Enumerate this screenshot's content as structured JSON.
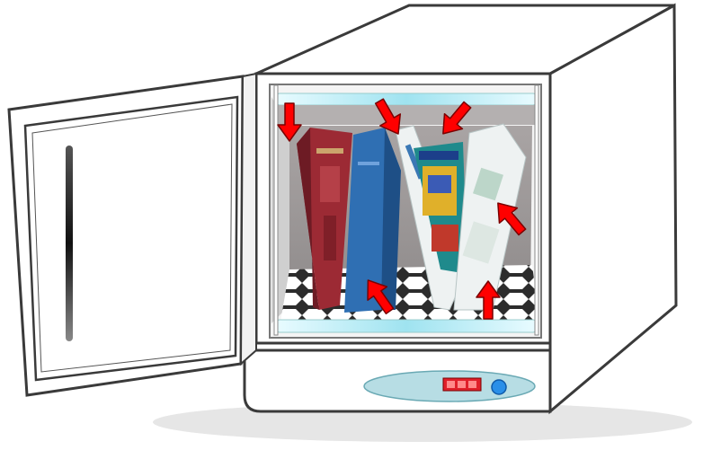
{
  "colors": {
    "cabinet_outline": "#3a3a3a",
    "cabinet_fill": "#ffffff",
    "lamp_glow": "#a8e6f0",
    "chamber_back": "#a7a2a2",
    "chamber_floor": "#d9d9d9",
    "control_panel": "#b7dde4",
    "display_red": "#e0202a",
    "button_blue": "#2a8fe8",
    "arrow_red": "#ff0000",
    "book_red": "#9c2a34",
    "book_blue": "#2f6fb3",
    "book_white": "#eef2f2",
    "book_teal": "#1f8a8c",
    "shadow": "#e6e6e6"
  },
  "apparatus": {
    "name": "uv-sterilization-cabinet",
    "door_handle_icon": "vertical-handle-icon",
    "display_icon": "digital-display-icon",
    "button_icon": "power-button-icon",
    "arrow_icon": "uv-ray-arrow-icon",
    "arrows": [
      {
        "id": "arrow-top-left",
        "direction": "down"
      },
      {
        "id": "arrow-top-center",
        "direction": "down-right"
      },
      {
        "id": "arrow-top-right",
        "direction": "down-left"
      },
      {
        "id": "arrow-mid-right",
        "direction": "up-left"
      },
      {
        "id": "arrow-bottom-center",
        "direction": "up-left"
      },
      {
        "id": "arrow-bottom-right",
        "direction": "up"
      }
    ],
    "books": [
      {
        "id": "book-red",
        "color": "book_red"
      },
      {
        "id": "book-blue",
        "color": "book_blue"
      },
      {
        "id": "book-white-left",
        "color": "book_white"
      },
      {
        "id": "book-teal",
        "color": "book_teal"
      },
      {
        "id": "book-white-right",
        "color": "book_white"
      }
    ]
  }
}
